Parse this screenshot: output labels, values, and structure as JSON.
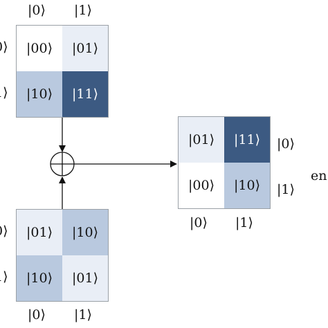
{
  "colors": {
    "white": "#ffffff",
    "light": "#e9eef6",
    "medium": "#b9c9df",
    "dark": "#3c5a82",
    "border": "#9aa0a6",
    "line": "#111111"
  },
  "top_matrix": {
    "col_labels": [
      "|0⟩",
      "|1⟩"
    ],
    "row_labels": [
      "0⟩",
      "1⟩"
    ],
    "cells": [
      {
        "text": "|00⟩",
        "shade": "white"
      },
      {
        "text": "|01⟩",
        "shade": "light"
      },
      {
        "text": "|10⟩",
        "shade": "medium"
      },
      {
        "text": "|11⟩",
        "shade": "dark"
      }
    ]
  },
  "bottom_matrix": {
    "col_labels": [
      "|0⟩",
      "|1⟩"
    ],
    "row_labels": [
      "0⟩",
      "1⟩"
    ],
    "cells": [
      {
        "text": "|01⟩",
        "shade": "light"
      },
      {
        "text": "|10⟩",
        "shade": "medium"
      },
      {
        "text": "|10⟩",
        "shade": "medium"
      },
      {
        "text": "|01⟩",
        "shade": "light"
      }
    ]
  },
  "result_matrix": {
    "col_labels": [
      "|0⟩",
      "|1⟩"
    ],
    "row_labels": [
      "|0⟩",
      "|1⟩"
    ],
    "cells": [
      {
        "text": "|01⟩",
        "shade": "light"
      },
      {
        "text": "|11⟩",
        "shade": "dark"
      },
      {
        "text": "|00⟩",
        "shade": "white"
      },
      {
        "text": "|10⟩",
        "shade": "medium"
      }
    ]
  },
  "xor_symbol": "⊕",
  "right_edge_text": "en"
}
